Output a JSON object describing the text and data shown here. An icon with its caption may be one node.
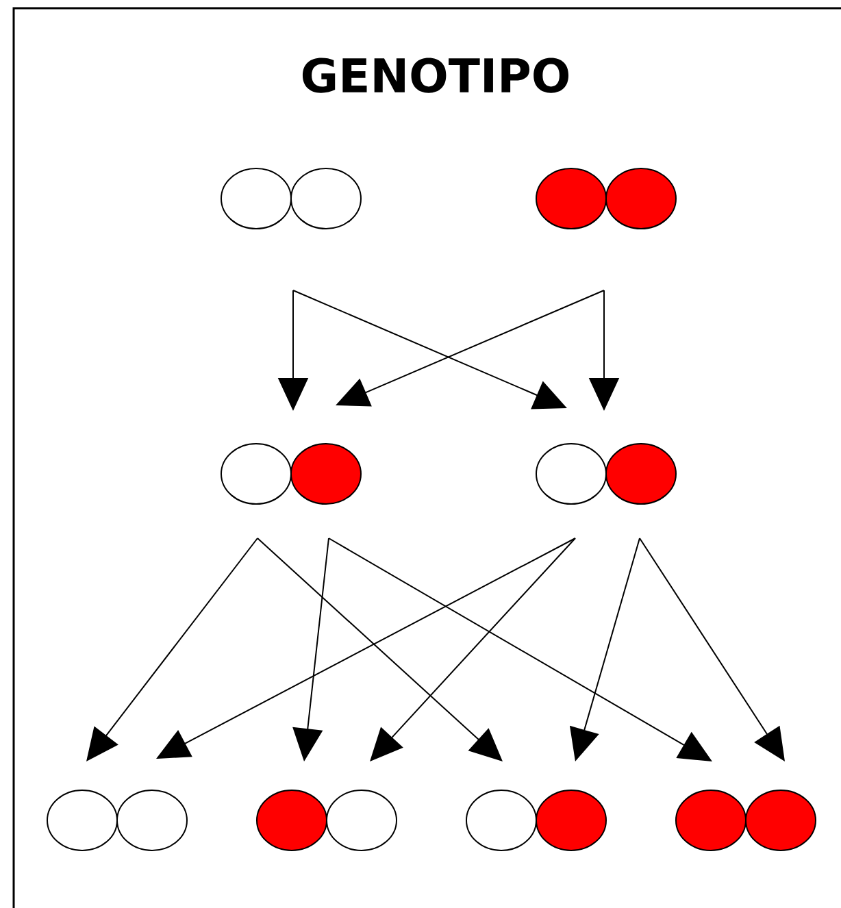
{
  "diagram": {
    "title": "GENOTIPO",
    "nodes": [
      {
        "text": [],
        "shape": "circle"
      },
      {
        "text": [],
        "shape": "circle"
      },
      {
        "text": [],
        "shape": "circle"
      },
      {
        "text": [],
        "shape": "circle"
      },
      {
        "text": [],
        "shape": "circle"
      },
      {
        "text": [],
        "shape": "circle"
      },
      {
        "text": [],
        "shape": "circle"
      },
      {
        "text": [],
        "shape": "circle"
      }
    ],
    "edges": [
      {
        "from": 0,
        "to": 2,
        "arrow": "to"
      },
      {
        "from": 0,
        "to": 3,
        "arrow": "to"
      },
      {
        "from": 1,
        "to": 2,
        "arrow": "to"
      },
      {
        "from": 1,
        "to": 3,
        "arrow": "to"
      },
      {
        "from": 2,
        "to": 4,
        "arrow": "to"
      },
      {
        "from": 2,
        "to": 6,
        "arrow": "to"
      },
      {
        "from": 2,
        "to": 5,
        "arrow": "to"
      },
      {
        "from": 2,
        "to": 7,
        "arrow": "to"
      },
      {
        "from": 3,
        "to": 4,
        "arrow": "to"
      },
      {
        "from": 3,
        "to": 5,
        "arrow": "to"
      },
      {
        "from": 3,
        "to": 6,
        "arrow": "to"
      },
      {
        "from": 3,
        "to": 7,
        "arrow": "to"
      }
    ]
  }
}
